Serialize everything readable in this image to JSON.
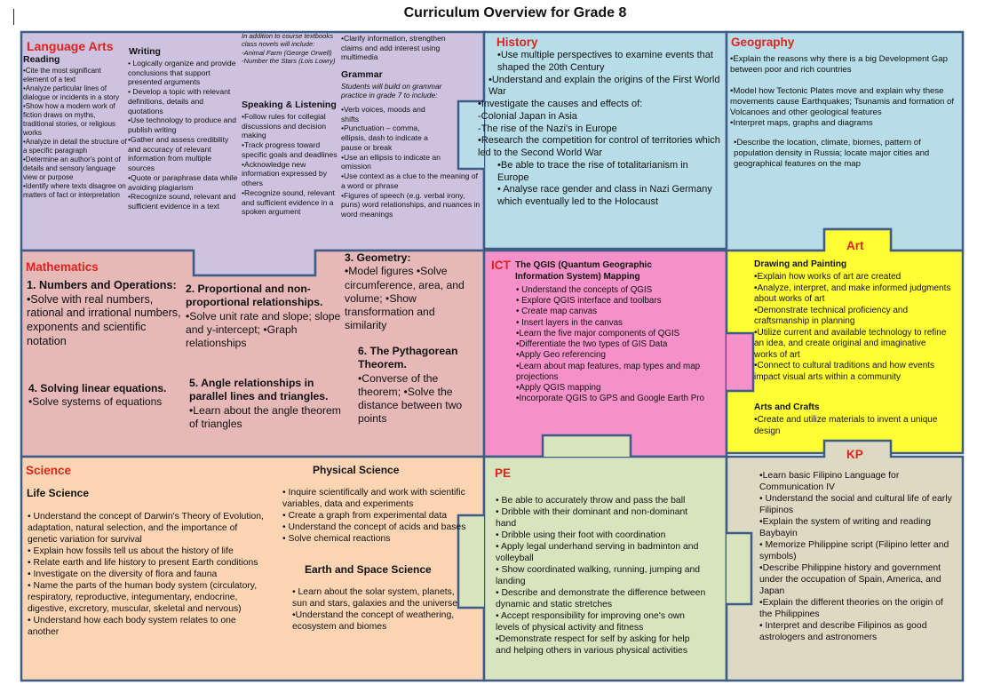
{
  "page_title": "Curriculum Overview for Grade 8",
  "colors": {
    "language_arts": "#cdc3e0",
    "history": "#b7dde8",
    "geography": "#b7dde8",
    "mathematics": "#e6b8b7",
    "ict": "#f590c8",
    "art": "#ffff33",
    "science": "#fbd4b4",
    "pe": "#d7e4bd",
    "kp": "#ddd9c3",
    "border": "#3f5c86",
    "heading": "#e0231c"
  },
  "language_arts": {
    "heading": "Language Arts",
    "reading": {
      "title": "Reading",
      "items": [
        "•Cite the most significant element of a text",
        "•Analyze particular lines of dialogue or incidents in a story",
        "•Show how a modern work of fiction draws on myths, traditional stories, or religious works",
        "•Analyze in detail the structure of a specific paragraph",
        "•Determine an author's point of details and sensory language view or purpose",
        "•Identify where texts disagree on matters of fact or interpretation"
      ]
    },
    "writing": {
      "title": "Writing",
      "items": [
        "• Logically organize and provide conclusions that support presented arguments",
        "• Develop a topic with relevant definitions, details and quotations",
        "•Use technology to produce and publish writing",
        "•Gather and assess credibility and accuracy of relevant information from multiple sources",
        "•Quote or paraphrase data while avoiding plagiarism",
        "•Recognize sound, relevant and sufficient evidence in a text"
      ]
    },
    "novels": {
      "intro": "In addition to course textbooks class novels will include:",
      "items": [
        "-Animal Farm (George Orwell)",
        "-Number the Stars (Lois Lowry)"
      ]
    },
    "speaking": {
      "title": "Speaking & Listening",
      "items": [
        "•Follow rules for collegial discussions and decision making",
        "•Track progress toward specific goals and deadlines",
        "•Acknowledge new information expressed by others",
        "•Recognize sound, relevant and sufficient evidence in a spoken argument"
      ]
    },
    "clarify": [
      "•Clarify information, strengthen claims and add interest using multimedia"
    ],
    "grammar": {
      "title": "Grammar",
      "intro": "Students will build on grammar practice in grade 7 to include:",
      "items": [
        "•Verb voices, moods and shifts",
        "•Punctuation – comma, ellipsis, dash to indicate a pause or break",
        "•Use an ellipsis to indicate an omission",
        "•Use context as a clue to the meaning of a word or phrase",
        "•Figures of speech (e.g. verbal irony, puns) word relationships, and nuances in word meanings"
      ]
    }
  },
  "history": {
    "heading": "History",
    "items": [
      "•Use multiple perspectives to examine events that shaped the 20th Century",
      "•Understand and explain the origins of the First World War",
      "•Investigate the causes and effects of:",
      "-Colonial Japan in Asia",
      "-The rise of the Nazi's in Europe",
      "•Research the competition for control of territories which led to the Second World War",
      "•Be able to trace the rise of totalitarianism in Europe",
      "• Analyse race gender and class in Nazi Germany which eventually led to the Holocaust"
    ]
  },
  "geography": {
    "heading": "Geography",
    "items": [
      "•Explain the reasons why there is a big Development Gap between poor and rich countries",
      "•Model how Tectonic Plates move and explain why these movements cause Earthquakes; Tsunamis and formation of Volcanoes and other geological features",
      "•Interpret maps, graphs and diagrams",
      "•Describe the location, climate, biomes, pattern of population density in Russia; locate major cities and geographical features on the map"
    ]
  },
  "mathematics": {
    "heading": "Mathematics",
    "sections": [
      {
        "title": "1. Numbers and Operations:",
        "body": "•Solve with real numbers, rational and irrational numbers, exponents and scientific notation"
      },
      {
        "title": "2. Proportional and non-proportional relationships.",
        "body": "•Solve unit rate and slope; slope and y-intercept; •Graph relationships"
      },
      {
        "title": "3. Geometry:",
        "body": "•Model figures •Solve circumference, area, and volume; •Show transformation and similarity"
      },
      {
        "title": "4. Solving linear equations.",
        "body": "•Solve systems of equations"
      },
      {
        "title": "5. Angle relationships in parallel lines and triangles.",
        "body": "•Learn about the angle theorem of triangles"
      },
      {
        "title": "6. The Pythagorean Theorem.",
        "body": "•Converse of the theorem; •Solve the distance between two points"
      }
    ]
  },
  "ict": {
    "heading": "ICT",
    "subtitle": "The QGIS (Quantum Geographic Information System) Mapping",
    "items": [
      "• Understand the concepts of QGIS",
      "• Explore QGIS interface and toolbars",
      "• Create map canvas",
      "• Insert layers in the canvas",
      "•Learn the five major components of QGIS",
      "•Differentiate the two types of GIS Data",
      "•Apply Geo referencing",
      "•Learn about map features, map types and map projections",
      "•Apply QGIS mapping",
      "•Incorporate QGIS to GPS and Google Earth Pro"
    ]
  },
  "art": {
    "heading": "Art",
    "drawing_title": "Drawing and Painting",
    "drawing_items": [
      "•Explain how works of art are created",
      "•Analyze, interpret, and make informed judgments about works of art",
      "•Demonstrate technical proficiency and craftsmanship in planning",
      "•Utilize current and available technology to refine an idea, and create original and imaginative works of art",
      "•Connect to cultural traditions and how events impact visual arts within a community"
    ],
    "crafts_title": "Arts and Crafts",
    "crafts_items": [
      "•Create and utilize materials to invent a unique design"
    ]
  },
  "science": {
    "heading": "Science",
    "life_title": "Life Science",
    "life_items": [
      "• Understand the concept of Darwin's Theory of Evolution, adaptation, natural selection, and the importance of genetic variation for survival",
      "• Explain how fossils tell us about the history of life",
      "• Relate earth and life history to present Earth conditions",
      "• Investigate on the diversity of flora and fauna",
      "• Name the parts of the human body system (circulatory, respiratory, reproductive, integumentary, endocrine, digestive, excretory, muscular, skeletal and nervous)",
      "• Understand how each body system relates to one another"
    ],
    "physical_title": "Physical Science",
    "physical_items": [
      "• Inquire scientifically and work with scientific variables, data and experiments",
      "• Create a graph from experimental data",
      "• Understand the concept of acids and bases",
      "• Solve chemical reactions"
    ],
    "earth_title": "Earth and Space Science",
    "earth_items": [
      "• Learn about the solar system, planets, sun and stars, galaxies and the universe",
      "•Understand the concept of weathering, ecosystem and biomes"
    ]
  },
  "pe": {
    "heading": "PE",
    "items": [
      "• Be able to accurately throw and pass the ball",
      "• Dribble with their dominant and non-dominant hand",
      "• Dribble using their foot with coordination",
      "• Apply legal underhand serving in badminton and volleyball",
      "• Show coordinated walking, running, jumping and landing",
      "• Describe and demonstrate the difference between dynamic and static stretches",
      "• Accept responsibility for improving one's own levels of physical activity and fitness",
      "•Demonstrate respect for self by asking for help and helping others in various physical activities"
    ]
  },
  "kp": {
    "heading": "KP",
    "items": [
      "•Learn basic Filipino Language for Communication IV",
      "• Understand the social and cultural life of early Filipinos",
      "•Explain the system of writing and reading Baybayin",
      "• Memorize Philippine script (Filipino letter and symbols)",
      "•Describe Philippine history and government under the occupation of Spain, America, and Japan",
      "•Explain the different theories on the origin of the Philippines",
      "• Interpret and describe Filipinos as good astrologers and astronomers"
    ]
  }
}
